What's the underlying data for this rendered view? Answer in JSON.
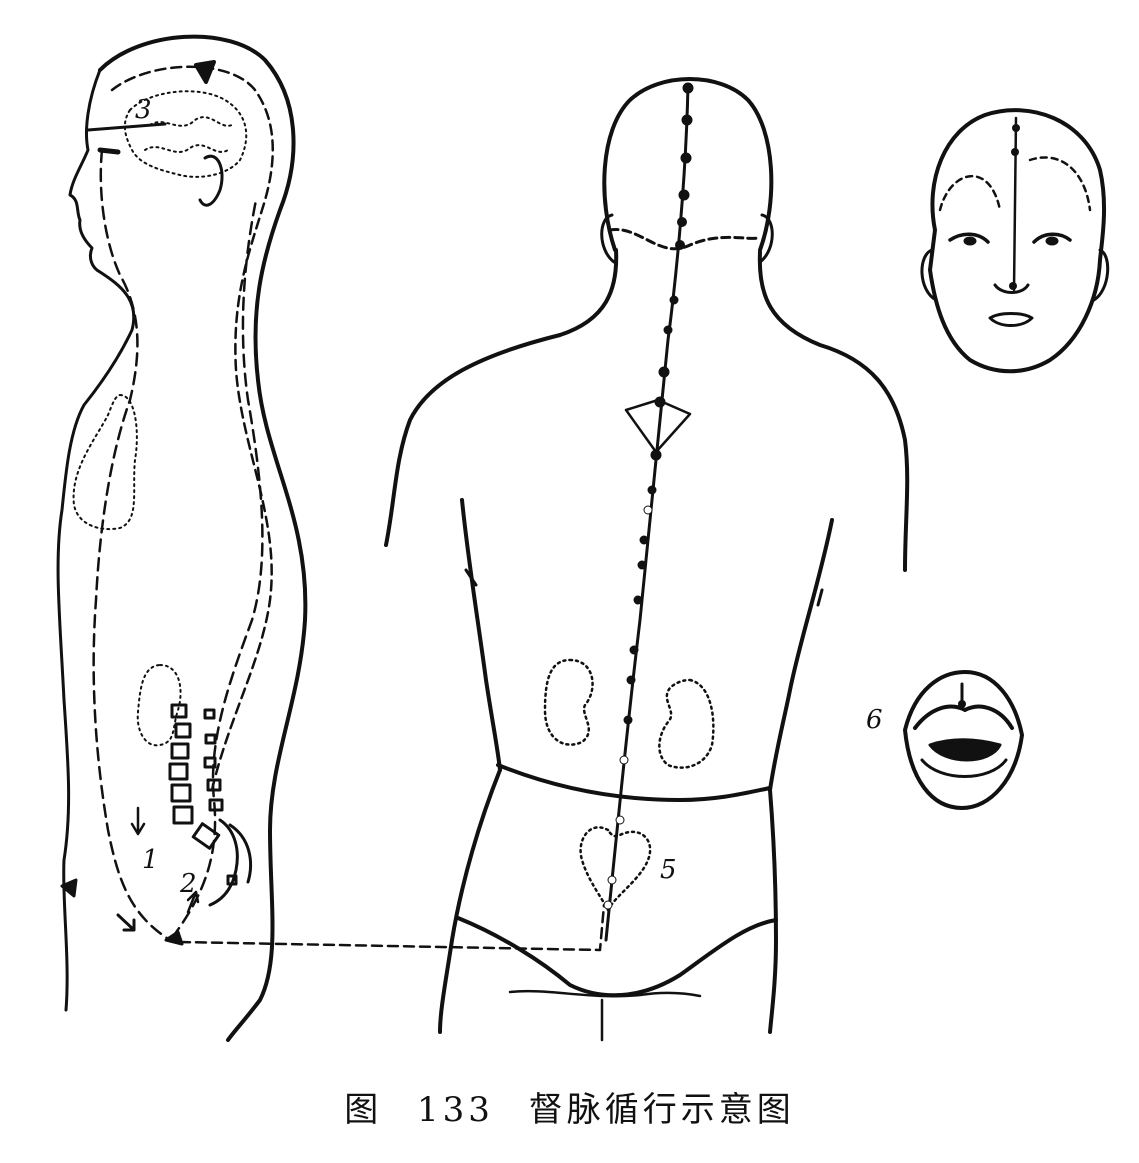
{
  "labels": {
    "side_1": "1",
    "side_2": "2",
    "side_3": "3",
    "back_5": "5",
    "mouth_6": "6"
  },
  "caption": {
    "figure_prefix": "图",
    "figure_number": "133",
    "title": "督脉循行示意图"
  },
  "colors": {
    "ink": "#111111",
    "paper": "#ffffff"
  }
}
